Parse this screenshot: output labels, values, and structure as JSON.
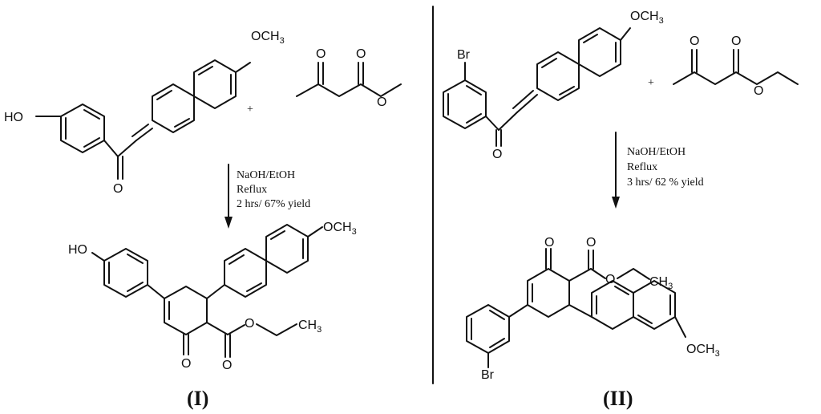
{
  "reaction_I": {
    "reactant_chalcone": {
      "sub1": "HO",
      "sub2": "OCH",
      "sub2_idx": "3",
      "carbonyl": "O"
    },
    "plus": "+",
    "conditions": [
      "NaOH/EtOH",
      "Reflux",
      "2 hrs/ 67% yield"
    ],
    "product": {
      "sub1": "HO",
      "sub2": "OCH",
      "sub2_idx": "3",
      "ketone": "O",
      "ester_o1": "O",
      "ester_o2": "O",
      "ester_ch": "CH",
      "ester_idx": "3"
    },
    "label": "(I)"
  },
  "reaction_II": {
    "reactant_chalcone": {
      "sub1": "Br",
      "sub2": "OCH",
      "sub2_idx": "3",
      "carbonyl": "O"
    },
    "plus": "+",
    "conditions": [
      "NaOH/EtOH",
      "Reflux",
      "3 hrs/ 62 % yield"
    ],
    "product": {
      "sub1": "Br",
      "sub2": "OCH",
      "sub2_idx": "3",
      "ketone": "O",
      "ester_o1": "O",
      "ester_o2": "O",
      "ester_ch": "CH",
      "ester_idx": "3"
    },
    "label": "(II)"
  },
  "ethyl_acetoacetate": {
    "o_keto": "O",
    "o_ester_dbl": "O",
    "o_ester": "O"
  }
}
